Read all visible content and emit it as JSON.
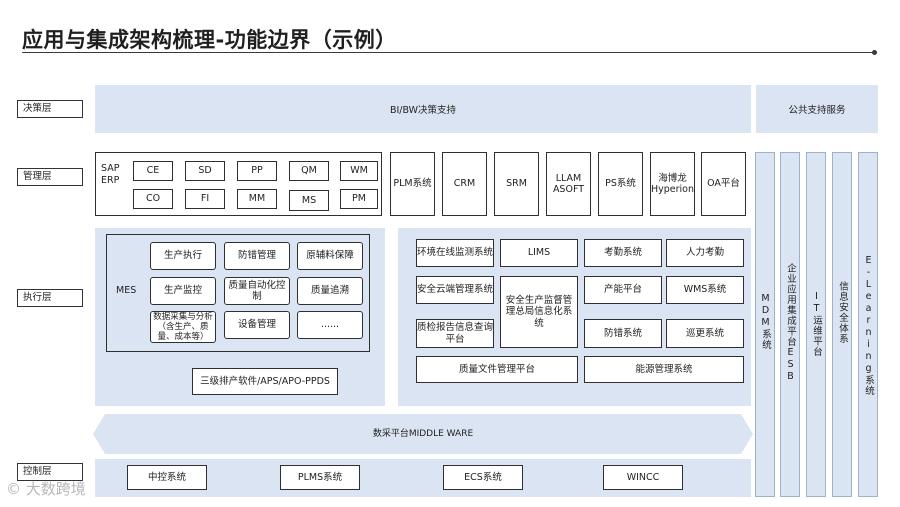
{
  "title": "应用与集成架构梳理-功能边界（示例）",
  "layers": {
    "decision": "决策层",
    "management": "管理层",
    "execution": "执行层",
    "control": "控制层"
  },
  "decision_band": "BI/BW决策支持",
  "public_band": "公共支持服务",
  "management": {
    "sap_label": "SAP ERP",
    "sap_modules": [
      "CE",
      "SD",
      "PP",
      "QM",
      "WM",
      "CO",
      "FI",
      "MM",
      "MS",
      "PM"
    ],
    "systems": [
      "PLM系统",
      "CRM",
      "SRM",
      "LLAM ASOFT",
      "PS系统",
      "海博龙 Hyperion",
      "OA平台"
    ]
  },
  "mes": {
    "label": "MES",
    "functions": [
      "生产执行",
      "防错管理",
      "原辅料保障",
      "生产监控",
      "质量自动化控制",
      "质量追溯",
      "数据采集与分析（含生产、质量、成本等）",
      "设备管理",
      "......"
    ],
    "scheduling": "三级排产软件/APS/APO-PPDS"
  },
  "exec_systems": {
    "env_monitor": "环境在线监测系统",
    "lims": "LIMS",
    "attendance": "考勤系统",
    "hr_attendance": "人力考勤",
    "safety_cloud": "安全云端管理系统",
    "safety_supervision": "安全生产监督管理总局信息化系统",
    "capacity": "产能平台",
    "wms": "WMS系统",
    "qc_report": "质检报告信息查询平台",
    "error_proof": "防错系统",
    "patrol": "巡更系统",
    "quality_doc": "质量文件管理平台",
    "energy": "能源管理系统"
  },
  "middleware": "数采平台MIDDLE WARE",
  "control": [
    "中控系统",
    "PLMS系统",
    "ECS系统",
    "WINCC"
  ],
  "verticals": {
    "mdm": "MDM系统",
    "esb": "企业应用集成平台ESB",
    "it_ops": "IT运维平台",
    "infosec": "信息安全体系",
    "elearning": "E-Learning系统"
  },
  "watermark": "© 大数跨境"
}
